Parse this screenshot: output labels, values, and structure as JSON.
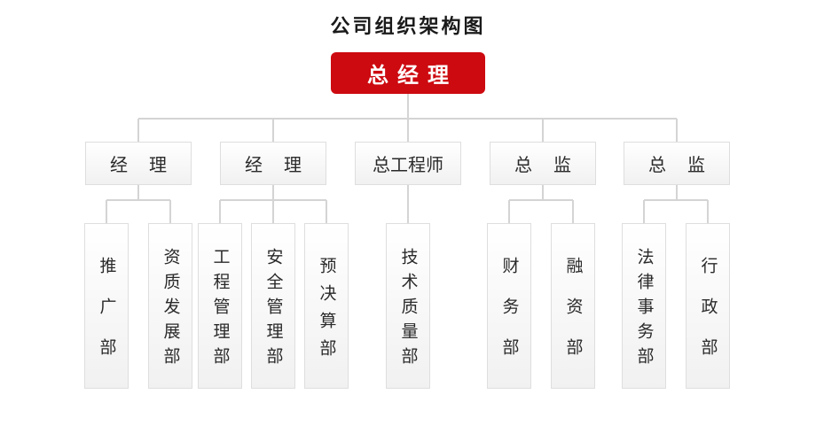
{
  "title": "公司组织架构图",
  "root": "总经理",
  "level1": [
    {
      "label": "经理"
    },
    {
      "label": "经理"
    },
    {
      "label": "总工程师"
    },
    {
      "label": "总监"
    },
    {
      "label": "总监"
    }
  ],
  "level2": [
    {
      "label": "推广部",
      "parent": 0
    },
    {
      "label": "资质发展部",
      "parent": 0
    },
    {
      "label": "工程管理部",
      "parent": 1
    },
    {
      "label": "安全管理部",
      "parent": 1
    },
    {
      "label": "预决算部",
      "parent": 1
    },
    {
      "label": "技术质量部",
      "parent": 2
    },
    {
      "label": "财务部",
      "parent": 3
    },
    {
      "label": "融资部",
      "parent": 3
    },
    {
      "label": "法律事务部",
      "parent": 4
    },
    {
      "label": "行政部",
      "parent": 4
    }
  ]
}
